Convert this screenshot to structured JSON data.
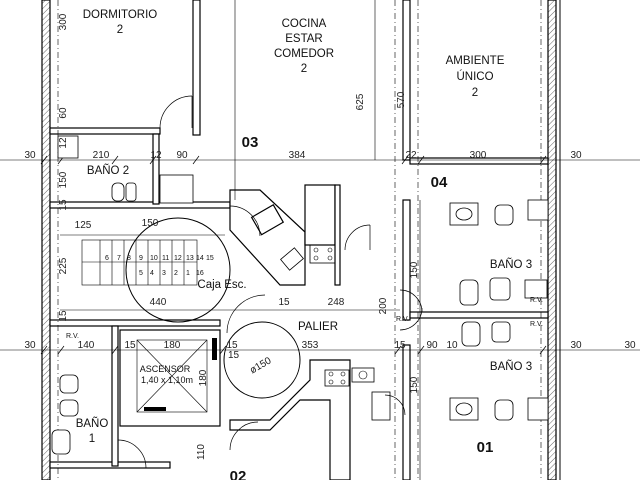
{
  "rooms": {
    "dormitorio": {
      "name": "DORMITORIO",
      "num": "2"
    },
    "cocina": {
      "line1": "COCINA",
      "line2": "ESTAR",
      "line3": "COMEDOR",
      "num": "2"
    },
    "ambiente": {
      "line1": "AMBIENTE",
      "line2": "ÚNICO",
      "num": "2"
    },
    "bano2": "BAÑO 2",
    "bano3a": "BAÑO 3",
    "bano3b": "BAÑO 3",
    "bano1": {
      "name": "BAÑO",
      "num": "1"
    },
    "caja": "Caja Esc.",
    "palier": "PALIER",
    "ascensor": {
      "line1": "ASCENSOR",
      "line2": "1,40 x 1,10m"
    }
  },
  "units": {
    "u03": "03",
    "u04": "04",
    "u02": "02",
    "u01": "01"
  },
  "dims_h_top": [
    "30",
    "210",
    "12",
    "90",
    "384",
    "22",
    "300",
    "30"
  ],
  "dims_h_mid": [
    "125",
    "150",
    "440",
    "15",
    "248",
    "200"
  ],
  "dims_h_bottom": [
    "30",
    "140",
    "15",
    "180",
    "15",
    "353",
    "15",
    "90",
    "10",
    "30",
    "30"
  ],
  "dims_v": [
    "300",
    "60",
    "12",
    "150",
    "15",
    "225",
    "15",
    "625",
    "570",
    "150",
    "150",
    "180",
    "110"
  ],
  "stairs_top": [
    "6",
    "7",
    "8",
    "9",
    "10",
    "11",
    "12",
    "13",
    "14",
    "15"
  ],
  "stairs_bottom": [
    "5",
    "4",
    "3",
    "2",
    "1",
    "16"
  ],
  "labels": {
    "rv1": "R.V.",
    "rv2": "R.V.",
    "rv3": "R.V.",
    "rv4": "R.V.",
    "diam": "ø150",
    "d15": "15"
  }
}
